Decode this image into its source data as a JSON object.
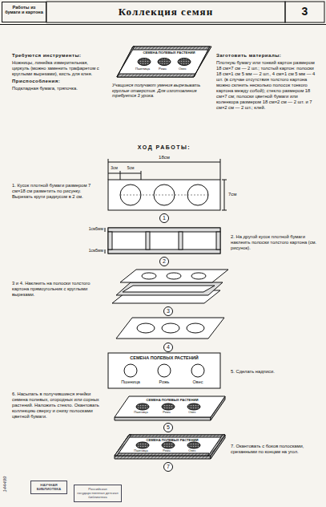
{
  "diagram": {
    "title": "Коллекция семян",
    "nodes": [
      {
        "text": [
          "Работы из бумаги и картона"
        ]
      },
      {
        "text": [
          "НАУЧНАЯ БИБЛИОТЕКА"
        ]
      },
      {
        "text": [
          "Российская государственная детская библиотека"
        ]
      }
    ],
    "labels": [
      "Требуются инструменты:",
      "Ножницы, линейка измерительная, циркуль (можно заменить трафаретом с круглыми вырезами), кисть для клея.",
      "Приспособления:",
      "Подкладная бумага, тряпочка.",
      "Заготовить материалы:",
      "Плотную бумагу или тонкий картон размером 18 см×7 см — 2 шт.; толстый картон: полоски 18 см×1 см 5 мм — 2 шт., 4 см×1 см 5 мм — 4 шт. (в случае отсутствия толстого картона можно склеить несколько полосок тонкого картона между собой); стекло размером 18 см×7 см; полоски цветной бумаги или коленкора размером 18 см×2 см — 2 шт. и 7 см×2 см — 2 шт.; клей.",
      "СЕМЕНА ПОЛЕВЫХ РАСТЕНИЙ",
      "Пшеница",
      "Рожь",
      "Овес",
      "Учащиеся получают умения вырезывать круглые отверстия. Для изготовления требуется 3 урока.",
      "ХОД РАБОТЫ:",
      "18см",
      "3см",
      "5см",
      "7см",
      "1см5мм",
      "1см5мм",
      "1",
      "2",
      "3",
      "4",
      "5",
      "7",
      "1. Кусок плотной бумаги размером 7 см×18 см разметить по рисунку. Вырезать круги радиусом в 2 см.",
      "2. На другой кусок плотной бумаги наклеить полоски толстого картона (см. рисунок).",
      "3 и 4. Наклеить на полоски толстого картона прямоугольник с круглыми вырезами.",
      "5. Сделать надписи.",
      "6. Насыпать в получившиеся ячейки семена полевых, огородных или сорных растений. Наложить стекло. Окантовать коллекцию сверху и снизу полосками цветной бумаги.",
      "7. Окантовать с боков полосками, срезанными по концам на угол.",
      "СЕМЕНА ПОЛЕВЫХ РАСТЕНИЙ",
      "Пшеница",
      "Рожь",
      "Овес",
      "СЕМЕНА ПОЛЕВЫХ РАСТЕНИЙ",
      "Пшеница",
      "Рожь",
      "Овес",
      "СЕМЕНА ПОЛЕВЫХ РАСТЕНИЙ",
      "Пшеница",
      "Рожь",
      "Овес",
      "144499",
      "3"
    ]
  }
}
